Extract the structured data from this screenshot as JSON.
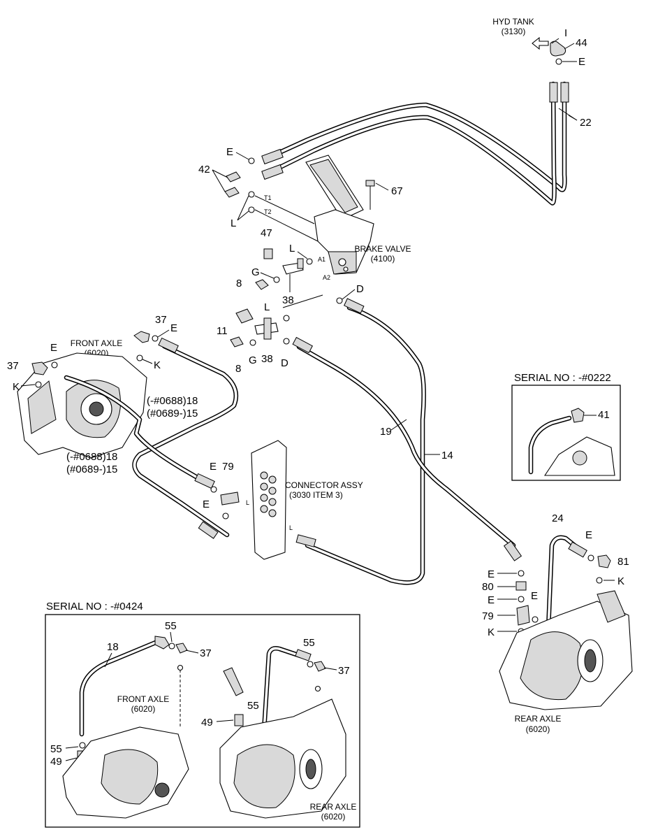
{
  "labels": {
    "hyd_tank": "HYD TANK",
    "hyd_tank_no": "(3130)",
    "brake_valve": "BRAKE VALVE",
    "brake_valve_no": "(4100)",
    "front_axle": "FRONT AXLE",
    "front_axle_no": "(6020)",
    "rear_axle": "REAR AXLE",
    "rear_axle_no": "(6020)",
    "connector_assy": "CONNECTOR ASSY",
    "connector_assy_no": "(3030 ITEM 3)",
    "serial_right": "SERIAL NO : -#0222",
    "serial_bottom": "SERIAL NO : -#0424",
    "inset_front_axle": "FRONT AXLE",
    "inset_front_axle_no": "(6020)",
    "inset_rear_axle": "REAR AXLE",
    "inset_rear_axle_no": "(6020)",
    "port_t1": "T1",
    "port_t2": "T2",
    "port_a1": "A1",
    "port_a2": "A2",
    "port_l1": "L",
    "port_l2": "L",
    "hose_18_top_a": "(-#0688)18",
    "hose_18_top_b": "(#0689-)15",
    "hose_18_bot_a": "(-#0688)18",
    "hose_18_bot_b": "(#0689-)15"
  },
  "callouts": {
    "c_i": "I",
    "c_44": "44",
    "c_e_tank": "E",
    "c_22": "22",
    "c_e_top": "E",
    "c_42": "42",
    "c_l_top": "L",
    "c_67": "67",
    "c_47": "47",
    "c_l_mid": "L",
    "c_g_top": "G",
    "c_8_top": "8",
    "c_38_top": "38",
    "c_l_low": "L",
    "c_d_top": "D",
    "c_37_top": "37",
    "c_e_fa": "E",
    "c_11": "11",
    "c_8_low": "8",
    "c_g_low": "G",
    "c_38_low": "38",
    "c_d_low": "D",
    "c_e_left": "E",
    "c_37_left": "37",
    "c_k_left": "K",
    "c_k_fa": "K",
    "c_19": "19",
    "c_14": "14",
    "c_41": "41",
    "c_e_79": "E",
    "c_79": "79",
    "c_e_con": "E",
    "c_24": "24",
    "c_e_ra": "E",
    "c_81": "81",
    "c_e_80": "E",
    "c_k_ra": "K",
    "c_80": "80",
    "c_e_ra2": "E",
    "c_e_ra3": "E",
    "c_79_ra": "79",
    "c_k_ra2": "K",
    "c_55_a": "55",
    "c_18": "18",
    "c_37_a": "37",
    "c_55_b": "55",
    "c_37_b": "37",
    "c_55_c": "55",
    "c_49_c": "49",
    "c_55_d": "55",
    "c_49_d": "49"
  },
  "colors": {
    "line": "#000000",
    "background": "#ffffff",
    "shade": "#d9d9d9"
  },
  "icons": {
    "arrow_to_tank": "open-arrow-icon"
  }
}
